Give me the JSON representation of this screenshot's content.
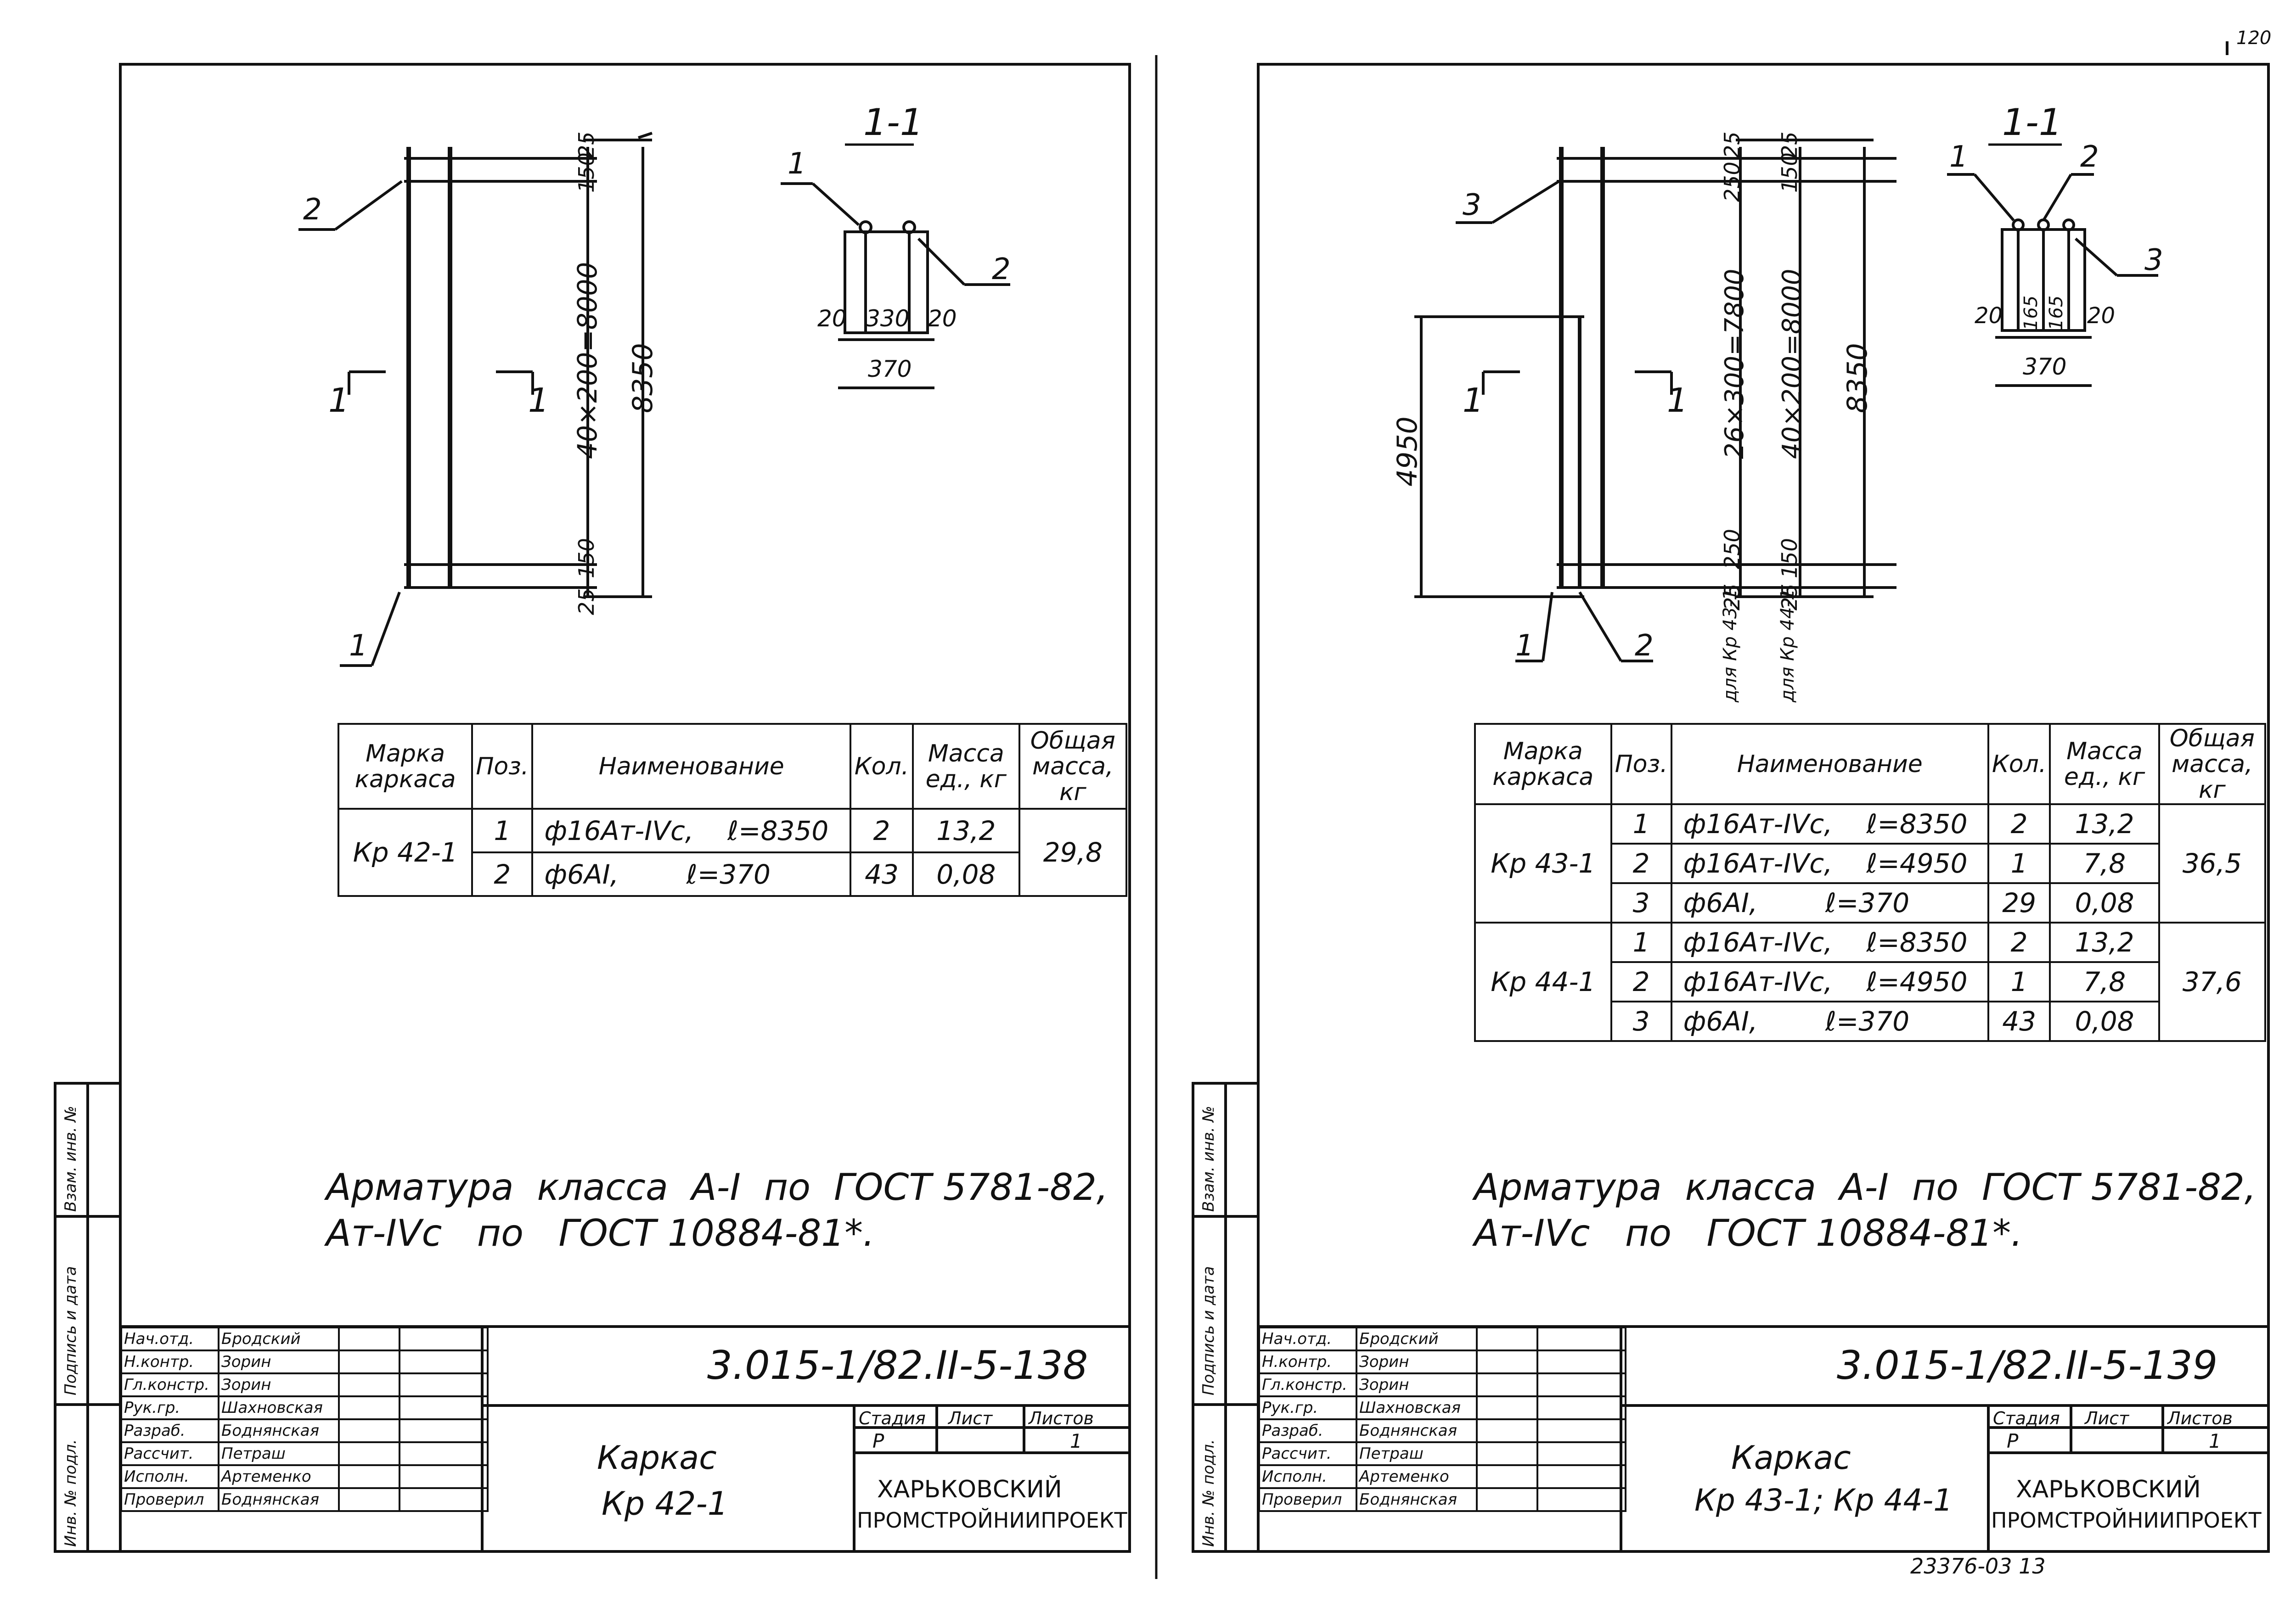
{
  "corner_mark": "120",
  "stamp_code": "23376-03  13",
  "side_stamp": {
    "inv_podl": "Инв. № подл.",
    "podpis_data": "Подпись и дата",
    "vzam_inv": "Взам. инв. №"
  },
  "sheets": [
    {
      "section_label": "1-1",
      "dims": [
        "25",
        "150",
        "40×200=8000",
        "150",
        "25",
        "8350"
      ],
      "section_dims": [
        "20",
        "330",
        "20",
        "370"
      ],
      "callouts": [
        "1",
        "2",
        "1",
        "2"
      ],
      "cut_marks": [
        "1",
        "1"
      ],
      "table": {
        "headers": [
          "Марка каркаса",
          "Поз.",
          "Наименование",
          "Кол.",
          "Масса ед., кг",
          "Общая масса, кг"
        ],
        "groups": [
          {
            "mark": "Кр 42-1",
            "total": "29,8",
            "rows": [
              {
                "pos": "1",
                "name": "ф16Ат-IVс,",
                "len": "ℓ=8350",
                "qty": "2",
                "mass": "13,2"
              },
              {
                "pos": "2",
                "name": "ф6АI,",
                "len": "ℓ=370",
                "qty": "43",
                "mass": "0,08"
              }
            ]
          }
        ]
      },
      "note_line1": "Арматура  класса  А-I  по  ГОСТ 5781-82,",
      "note_line2": "Ат-IVс   по   ГОСТ 10884-81*.",
      "code": "3.015-1/82.II-5-138",
      "title_line1": "Каркас",
      "title_line2": "Кр 42-1",
      "stage_headers": [
        "Стадия",
        "Лист",
        "Листов"
      ],
      "stage_values": [
        "Р",
        "",
        "1"
      ],
      "org_line1": "ХАРЬКОВСКИЙ",
      "org_line2": "ПРОМСТРОЙНИИПРОЕКТ",
      "staff": [
        {
          "role": "Нач.отд.",
          "name": "Бродский"
        },
        {
          "role": "Н.контр.",
          "name": "Зорин"
        },
        {
          "role": "Гл.констр.",
          "name": "Зорин"
        },
        {
          "role": "Рук.гр.",
          "name": "Шахновская"
        },
        {
          "role": "Разраб.",
          "name": "Боднянская"
        },
        {
          "role": "Рассчит.",
          "name": "Петраш"
        },
        {
          "role": "Исполн.",
          "name": "Артеменко"
        },
        {
          "role": "Проверил",
          "name": "Боднянская"
        }
      ]
    },
    {
      "section_label": "1-1",
      "dims": [
        "25",
        "250",
        "26×300=7800",
        "250",
        "25",
        "25",
        "150",
        "40×200=8000",
        "150",
        "25",
        "8350",
        "4950"
      ],
      "section_dims": [
        "20",
        "165",
        "165",
        "20",
        "370"
      ],
      "callouts": [
        "1",
        "2",
        "3",
        "1",
        "2",
        "3"
      ],
      "cut_marks": [
        "1",
        "1"
      ],
      "for_label_a": "для Кр 43-1",
      "for_label_b": "для Кр 44-1",
      "table": {
        "headers": [
          "Марка каркаса",
          "Поз.",
          "Наименование",
          "Кол.",
          "Масса ед., кг",
          "Общая масса, кг"
        ],
        "groups": [
          {
            "mark": "Кр 43-1",
            "total": "36,5",
            "rows": [
              {
                "pos": "1",
                "name": "ф16Ат-IVс,",
                "len": "ℓ=8350",
                "qty": "2",
                "mass": "13,2"
              },
              {
                "pos": "2",
                "name": "ф16Ат-IVс,",
                "len": "ℓ=4950",
                "qty": "1",
                "mass": "7,8"
              },
              {
                "pos": "3",
                "name": "ф6АI,",
                "len": "ℓ=370",
                "qty": "29",
                "mass": "0,08"
              }
            ]
          },
          {
            "mark": "Кр 44-1",
            "total": "37,6",
            "rows": [
              {
                "pos": "1",
                "name": "ф16Ат-IVс,",
                "len": "ℓ=8350",
                "qty": "2",
                "mass": "13,2"
              },
              {
                "pos": "2",
                "name": "ф16Ат-IVс,",
                "len": "ℓ=4950",
                "qty": "1",
                "mass": "7,8"
              },
              {
                "pos": "3",
                "name": "ф6АI,",
                "len": "ℓ=370",
                "qty": "43",
                "mass": "0,08"
              }
            ]
          }
        ]
      },
      "note_line1": "Арматура  класса  А-I  по  ГОСТ 5781-82,",
      "note_line2": "Ат-IVс   по   ГОСТ 10884-81*.",
      "code": "3.015-1/82.II-5-139",
      "title_line1": "Каркас",
      "title_line2": "Кр 43-1; Кр 44-1",
      "stage_headers": [
        "Стадия",
        "Лист",
        "Листов"
      ],
      "stage_values": [
        "Р",
        "",
        "1"
      ],
      "org_line1": "ХАРЬКОВСКИЙ",
      "org_line2": "ПРОМСТРОЙНИИПРОЕКТ",
      "staff": [
        {
          "role": "Нач.отд.",
          "name": "Бродский"
        },
        {
          "role": "Н.контр.",
          "name": "Зорин"
        },
        {
          "role": "Гл.констр.",
          "name": "Зорин"
        },
        {
          "role": "Рук.гр.",
          "name": "Шахновская"
        },
        {
          "role": "Разраб.",
          "name": "Боднянская"
        },
        {
          "role": "Рассчит.",
          "name": "Петраш"
        },
        {
          "role": "Исполн.",
          "name": "Артеменко"
        },
        {
          "role": "Проверил",
          "name": "Боднянская"
        }
      ]
    }
  ]
}
